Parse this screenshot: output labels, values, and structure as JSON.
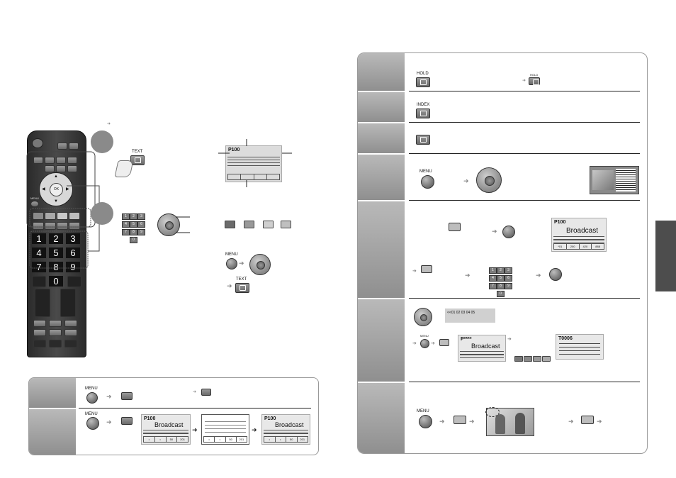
{
  "remote": {
    "labels": {
      "menu": "MENU",
      "ok": "OK"
    },
    "numbers": [
      "1",
      "2",
      "3",
      "4",
      "5",
      "6",
      "7",
      "8",
      "9",
      "0"
    ]
  },
  "left_panel": {
    "text_button_label": "TEXT",
    "page_number": "P100",
    "menu_label": "MENU",
    "text_label_2": "TEXT",
    "numpad": [
      "1",
      "2",
      "3",
      "4",
      "5",
      "6",
      "7",
      "8",
      "9",
      "0"
    ]
  },
  "bottom_panel": {
    "menu_label_1": "MENU",
    "menu_label_2": "MENU",
    "screens": [
      {
        "page": "P100",
        "title": "Broadcast",
        "footer": [
          "•",
          "•",
          "50",
          "201"
        ]
      },
      {
        "page": "",
        "title": "",
        "footer": [
          "•",
          "•",
          "50",
          "201"
        ]
      },
      {
        "page": "P100",
        "title": "Broadcast",
        "footer": [
          "•",
          "•",
          "50",
          "201"
        ]
      }
    ]
  },
  "right_panel": {
    "hold_label": "HOLD",
    "hold_label_small": "HOLD",
    "index_label": "INDEX",
    "menu_label_row4": "MENU",
    "fav_screen": {
      "page": "P100",
      "title": "Broadcast",
      "footer": [
        "*01",
        "200",
        "420",
        "888"
      ]
    },
    "numpad": [
      "1",
      "2",
      "3",
      "4",
      "5",
      "6",
      "7",
      "8",
      "9",
      "0"
    ],
    "subpage_bar": "<<01 02 03 04 05",
    "row6_menu": "MENU",
    "sub_screen_1": {
      "page": "P****",
      "title": "Broadcast"
    },
    "sub_screen_2": {
      "page": "T0006"
    },
    "row7_menu": "MENU"
  },
  "colors": {
    "panel_border": "#9a9a9a",
    "rowhead": "#a5a5a5",
    "key_red": "#6b6b6b",
    "side_tab": "#4d4d4d"
  }
}
